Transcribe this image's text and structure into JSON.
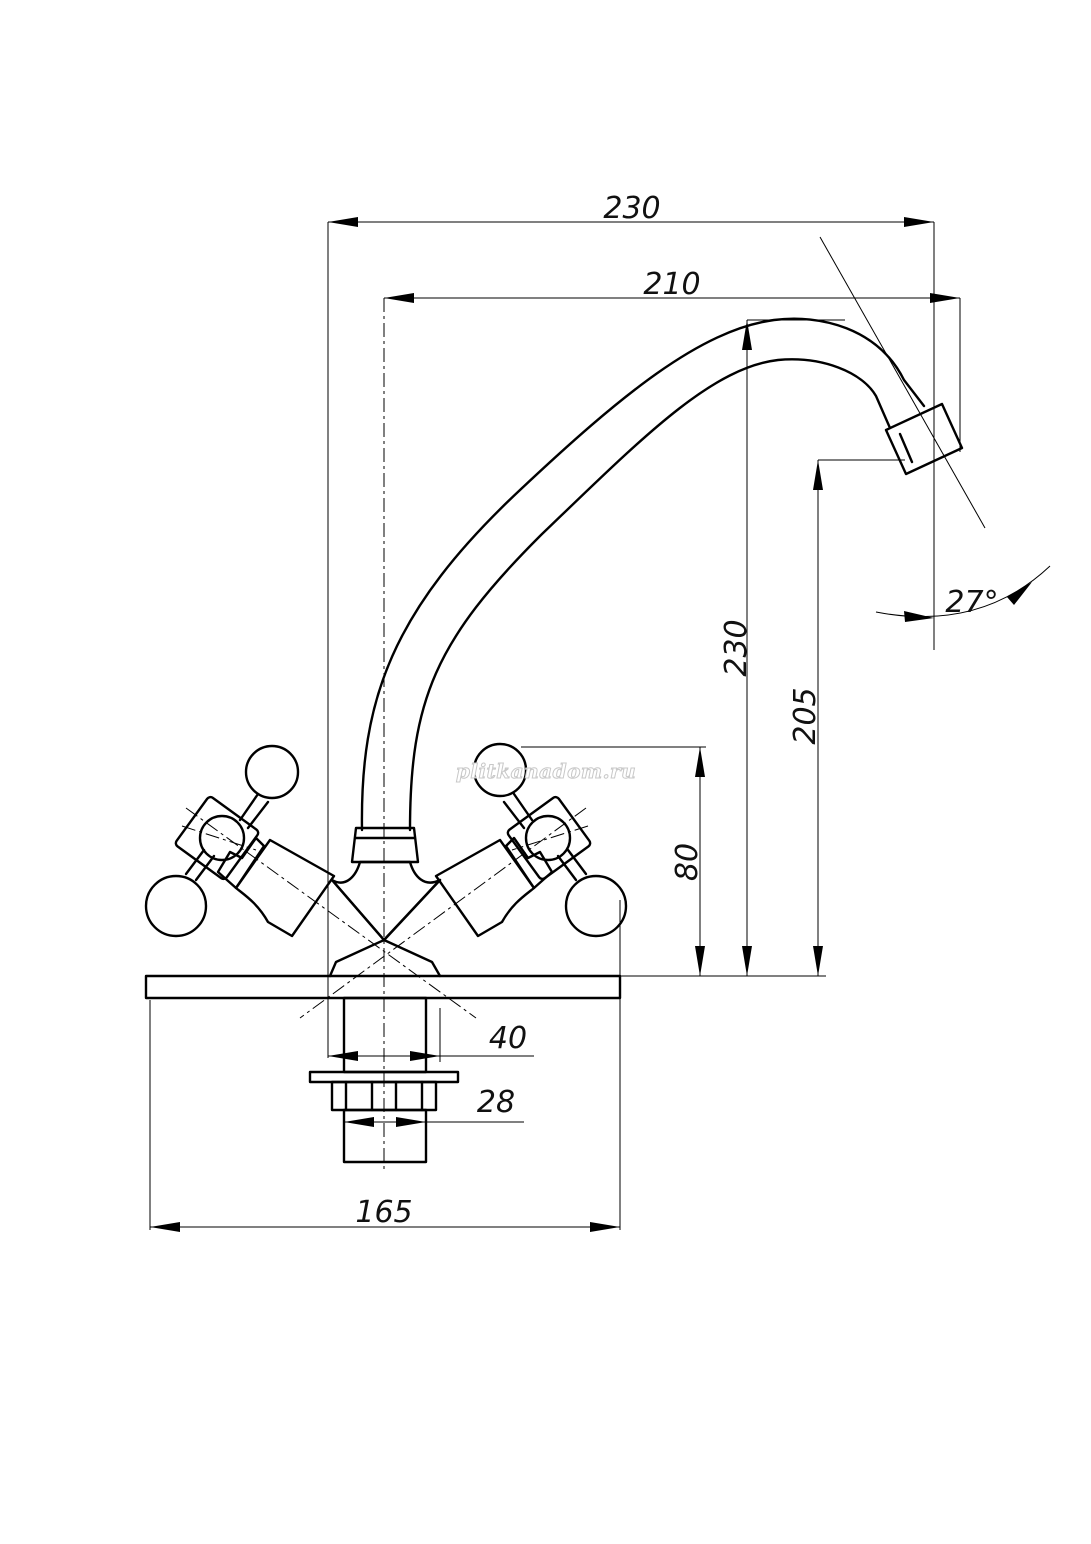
{
  "drawing": {
    "subject": "Faucet dimensional drawing",
    "watermark": "plitkanadom.ru",
    "dimensions": {
      "total_reach": "230",
      "spout_reach": "210",
      "spout_angle": "27°",
      "total_height": "230",
      "spout_outlet_height": "205",
      "handle_height": "80",
      "base_diameter": "40",
      "thread_diameter": "28",
      "handle_span": "165"
    }
  }
}
